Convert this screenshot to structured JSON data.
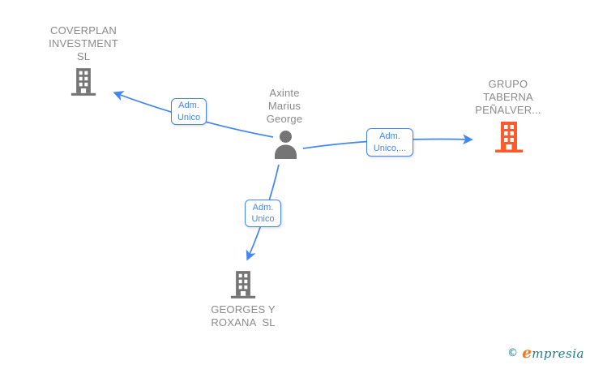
{
  "colors": {
    "edge_blue": "#4285f4",
    "node_gray": "#757575",
    "text_gray": "#8a8a8a",
    "accent_orange": "#ff5a2b",
    "logo_teal": "#1f7a8c",
    "logo_orange": "#ef7d1f",
    "label_bg": "#ffffff"
  },
  "diagram": {
    "person": {
      "name": "Axinte\nMarius\nGeorge"
    },
    "companies": [
      {
        "name": "COVERPLAN\nINVESTMENT\nSL",
        "highlighted": false
      },
      {
        "name": "GRUPO\nTABERNA\nPEÑALVER...",
        "highlighted": true
      },
      {
        "name": "GEORGES Y\nROXANA  SL",
        "highlighted": false
      }
    ],
    "relations": [
      {
        "label": "Adm.\nUnico",
        "from": "Axinte Marius George",
        "to": "COVERPLAN INVESTMENT SL"
      },
      {
        "label": "Adm.\nUnico,...",
        "from": "Axinte Marius George",
        "to": "GRUPO TABERNA PEÑALVER..."
      },
      {
        "label": "Adm.\nUnico",
        "from": "Axinte Marius George",
        "to": "GEORGES Y ROXANA SL"
      }
    ]
  },
  "watermark": {
    "symbol": "©",
    "brand_head": "e",
    "brand_tail": "mpresia"
  }
}
